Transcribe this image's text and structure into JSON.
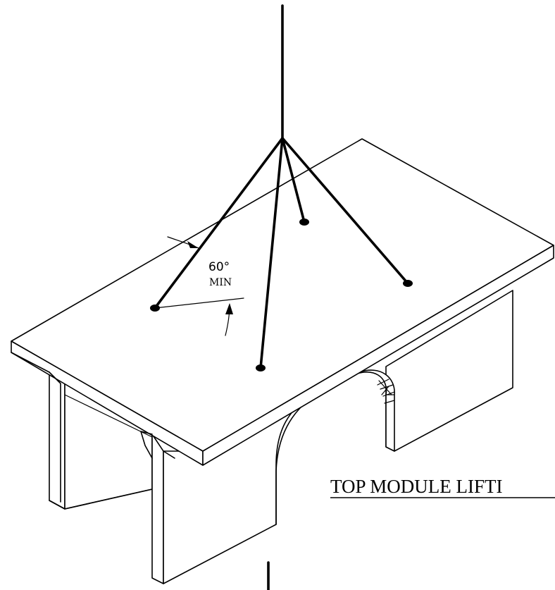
{
  "diagram": {
    "angle_label": "60°",
    "angle_qualifier": "MIN",
    "title": "TOP MODULE LIFTI"
  }
}
